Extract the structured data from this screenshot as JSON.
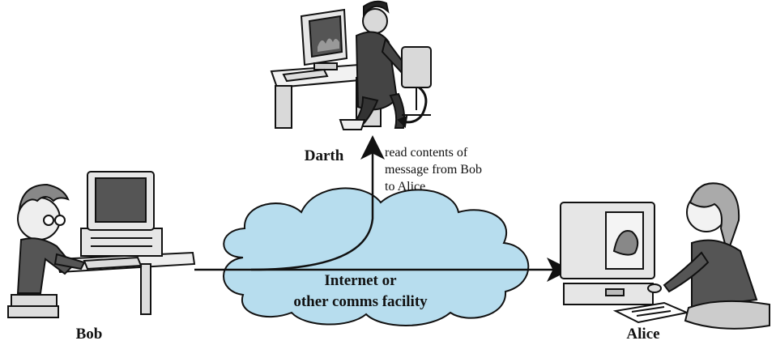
{
  "diagram": {
    "nodes": {
      "bob": {
        "name": "Bob"
      },
      "alice": {
        "name": "Alice"
      },
      "darth": {
        "name": "Darth"
      }
    },
    "network": {
      "line1": "Internet or",
      "line2": "other comms facility",
      "fill_color": "#b7ddee"
    },
    "annotation": {
      "line1": "read contents of",
      "line2": "message from Bob",
      "line3": "to Alice"
    },
    "edges": [
      {
        "from": "bob",
        "to": "alice",
        "style": "arrow"
      },
      {
        "from": "network",
        "to": "darth",
        "style": "arrow"
      }
    ],
    "icons": {
      "bob": "person-at-computer-icon",
      "alice": "person-at-computer-icon",
      "darth": "eavesdropper-at-computer-icon",
      "network": "cloud-icon"
    }
  }
}
